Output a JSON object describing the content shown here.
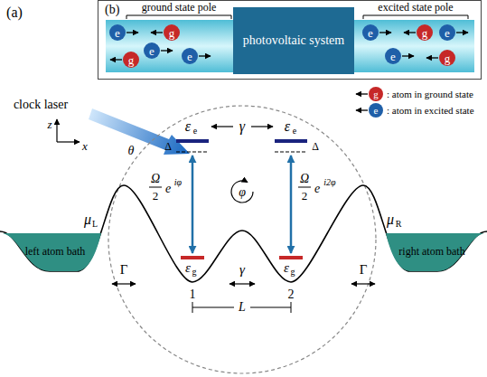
{
  "diagram": {
    "nodes": [
      {
        "text": [
          "(b)"
        ]
      },
      {
        "text": [
          "e"
        ],
        "in": 0
      },
      {
        "text": [
          "g"
        ],
        "in": 0
      },
      {
        "text": [
          "e"
        ],
        "in": 0
      },
      {
        "text": [
          "g"
        ],
        "in": 0
      },
      {
        "text": [
          "e"
        ],
        "in": 0
      },
      {
        "text": [
          "photovoltaic system"
        ],
        "in": 0
      },
      {
        "text": [
          "e"
        ],
        "in": 0
      },
      {
        "text": [
          "g"
        ],
        "in": 0
      },
      {
        "text": [
          "e"
        ],
        "in": 0
      },
      {
        "text": [
          "e"
        ],
        "in": 0
      },
      {
        "text": [
          "g"
        ],
        "in": 0
      },
      {
        "text": [
          "left atom bath"
        ]
      },
      {
        "text": [
          "right atom bath"
        ]
      }
    ],
    "labels": [
      "(a)",
      "ground state pole",
      "excited state pole",
      "g",
      "e",
      "clock laser",
      "z",
      "x",
      "θ",
      "ε",
      "e",
      "γ",
      "ε",
      "e",
      "Δ",
      "Δ",
      "Ω",
      "2",
      "e",
      "iφ",
      "φ",
      "Ω",
      "2",
      "e",
      "i2φ",
      "μ",
      "L",
      "μ",
      "R",
      "Γ",
      "γ",
      "Γ",
      "ε",
      "g",
      "ε",
      "g",
      "1",
      "2",
      "L"
    ],
    "legend": [
      {
        "text": ": atom in ground state",
        "color": "#c62828"
      },
      {
        "text": ": atom in excited state",
        "color": "#1f5fa8"
      }
    ]
  }
}
